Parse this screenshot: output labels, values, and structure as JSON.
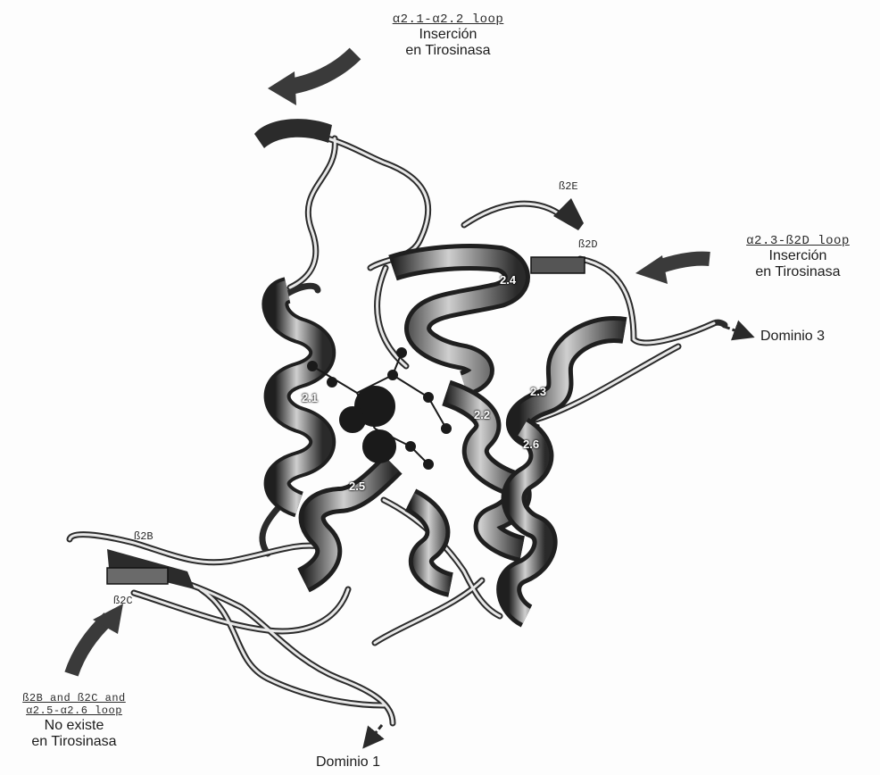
{
  "annotations": {
    "top": {
      "loop": "α2.1-α2.2 loop",
      "line1": "Inserción",
      "line2": "en Tirosinasa"
    },
    "right": {
      "loop": "α2.3-ß2D loop",
      "line1": "Inserción",
      "line2": "en Tirosinasa"
    },
    "bottom_left": {
      "loop1": "ß2B and ß2C and",
      "loop2": "α2.5-α2.6 loop",
      "line1": "No existe",
      "line2": "en Tirosinasa"
    }
  },
  "domains": {
    "d3": "Dominio 3",
    "d1": "Dominio 1"
  },
  "strands": {
    "b2e": "ß2E",
    "b2d": "ß2D",
    "b2b": "ß2B",
    "b2c": "ß2C"
  },
  "helices": {
    "h21": "2.1",
    "h22": "2.2",
    "h23": "2.3",
    "h24": "2.4",
    "h25": "2.5",
    "h26": "2.6"
  },
  "colors": {
    "ribbon_dark": "#2b2b2b",
    "ribbon_light": "#cfcfcf",
    "arrow": "#3a3a3a",
    "background": "#fdfdfd"
  }
}
